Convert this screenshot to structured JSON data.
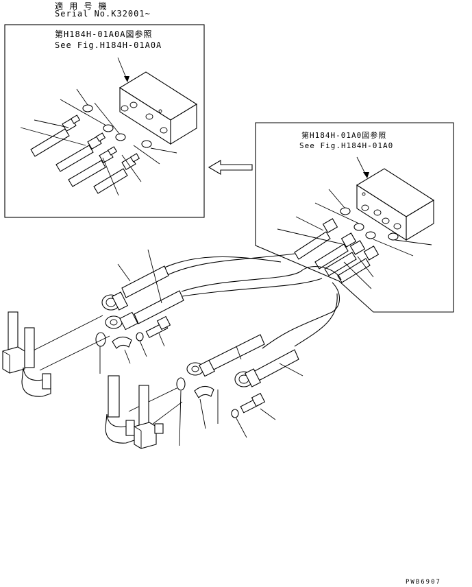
{
  "header": {
    "applicable_machine": "適 用 号 機",
    "serial": "Serial No.K32001~"
  },
  "detail_a": {
    "ref_jp": "第H184H-01A0A図参照",
    "ref_en": "See Fig.H184H-01A0A"
  },
  "detail_b": {
    "ref_jp": "第H184H-01A0図参照",
    "ref_en": "See Fig.H184H-01A0"
  },
  "footer": {
    "drawing_number": "PWB6907"
  }
}
